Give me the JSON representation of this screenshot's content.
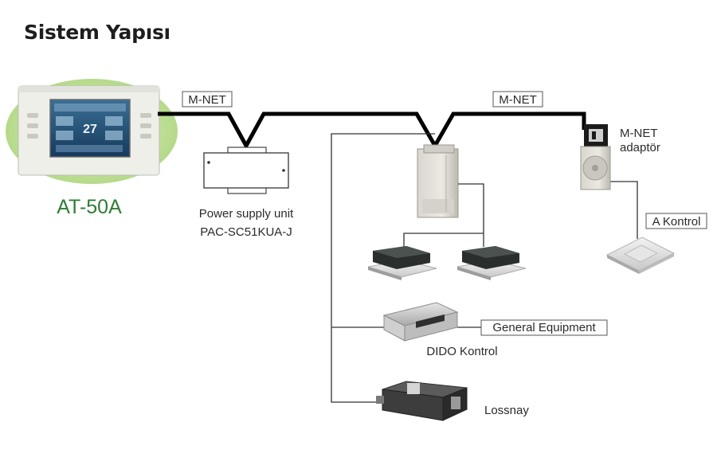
{
  "title": "Sistem Yapısı",
  "controller": {
    "model": "AT-50A",
    "display_value": "27"
  },
  "bus_labels": {
    "left": "M-NET",
    "right": "M-NET"
  },
  "power_supply": {
    "line1": "Power supply unit",
    "line2": "PAC-SC51KUA-J"
  },
  "adaptor": {
    "line1": "M-NET",
    "line2": "adaptör"
  },
  "a_control": "A Kontrol",
  "general_equipment": "General Equipment",
  "dido": "DIDO Kontrol",
  "lossnay": "Lossnay",
  "colors": {
    "controller_glow": "#b8dc8e",
    "model_text": "#2e7d32",
    "bus_line": "#000000"
  }
}
